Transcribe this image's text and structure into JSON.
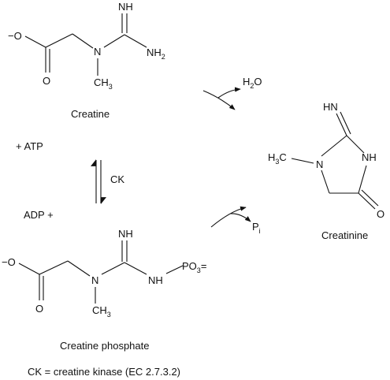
{
  "creatine": {
    "caption": "Creatine",
    "atoms": {
      "carboxylate_o": "−O",
      "carbonyl_o": "O",
      "n": "N",
      "methyl": "CH",
      "methyl_sub": "3",
      "imine": "NH",
      "amine": "NH",
      "amine_sub": "2"
    }
  },
  "water": {
    "label": "H",
    "sub": "2",
    "label2": "O"
  },
  "atp_label": "+ ATP",
  "adp_label": "ADP +",
  "enzyme_label": "CK",
  "creatinine": {
    "caption": "Creatinine",
    "atoms": {
      "imine": "HN",
      "methyl": "H",
      "methyl_sub": "3",
      "methyl_c": "C",
      "n": "N",
      "nh": "NH",
      "o": "O"
    }
  },
  "phosphate_label": {
    "label": "P",
    "sub": "i"
  },
  "creatine_phosphate": {
    "caption": "Creatine phosphate",
    "atoms": {
      "carboxylate_o": "−O",
      "carbonyl_o": "O",
      "n": "N",
      "methyl": "CH",
      "methyl_sub": "3",
      "imine": "NH",
      "nh": "NH",
      "po3": "PO",
      "po3_sub": "3",
      "po3_charge": "="
    }
  },
  "footnote": "CK = creatine kinase (EC 2.7.3.2)"
}
